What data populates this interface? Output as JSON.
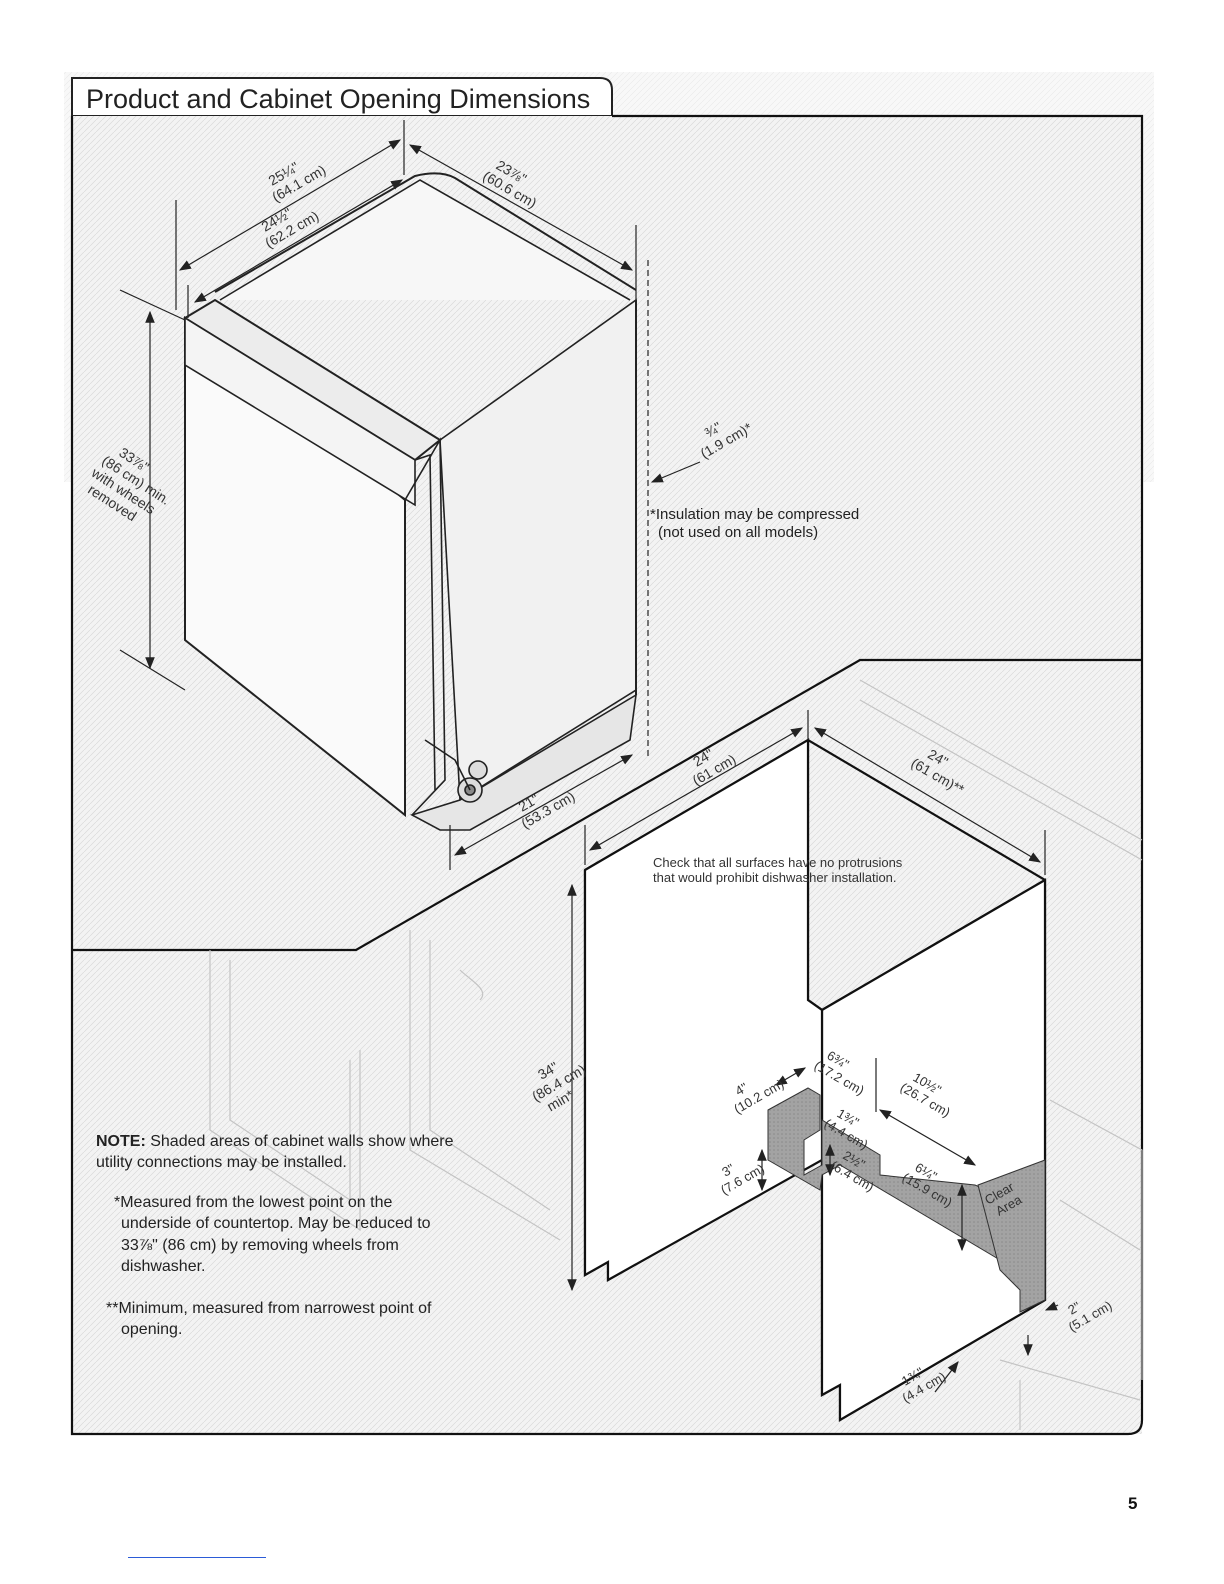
{
  "section_title": "Product and Cabinet Opening Dimensions",
  "product_dims": {
    "depth_overall": "25¼\"",
    "depth_overall_cm": "(64.1 cm)",
    "depth_door": "24½\"",
    "depth_door_cm": "(62.2 cm)",
    "width": "23⅞\"",
    "width_cm": "(60.6 cm)",
    "height": "33⅞\"",
    "height_cm_note": "(86 cm) min.",
    "height_note_1": "with wheels",
    "height_note_2": "removed",
    "insulation_gap": "¾\"",
    "insulation_gap_cm": "(1.9 cm)*",
    "insulation_note_1": "*Insulation may be compressed",
    "insulation_note_2": "(not used on all models)",
    "base_depth": "21\"",
    "base_depth_cm": "(53.3 cm)"
  },
  "cabinet_dims": {
    "depth": "24\"",
    "depth_cm": "(61 cm)",
    "width": "24\"",
    "width_cm": "(61 cm)**",
    "height": "34\"",
    "height_cm": "(86.4 cm)",
    "height_min": "min*",
    "check_note_1": "Check that all surfaces have no protrusions",
    "check_note_2": "that would prohibit dishwasher installation.",
    "d_6_3_4": "6¾\"",
    "d_6_3_4_cm": "(17.2 cm)",
    "d_4": "4\"",
    "d_4_cm": "(10.2 cm)",
    "d_1_3_4": "1¾\"",
    "d_1_3_4_cm": "(4.4 cm)",
    "d_10_1_2": "10½\"",
    "d_10_1_2_cm": "(26.7 cm)",
    "d_3": "3\"",
    "d_3_cm": "(7.6 cm)",
    "d_2_1_2": "2½\"",
    "d_2_1_2_cm": "(6.4 cm)",
    "d_6_1_4": "6¼\"",
    "d_6_1_4_cm": "(15.9 cm)",
    "clear_area_1": "Clear",
    "clear_area_2": "Area",
    "d_2": "2\"",
    "d_2_cm": "(5.1 cm)",
    "d_bottom_1_3_4": "1¾\"",
    "d_bottom_1_3_4_cm": "(4.4 cm)"
  },
  "notes": {
    "note_label": "NOTE:",
    "note_text_1": " Shaded areas of cabinet walls show where",
    "note_text_2": "utility connections may be installed.",
    "measured_1": "*Measured from the lowest point on the",
    "measured_2": "underside of countertop. May be reduced to",
    "measured_3": "33⅞\" (86 cm) by removing wheels from",
    "measured_4": "dishwasher.",
    "minimum_1": "**Minimum, measured from narrowest point of",
    "minimum_2": "opening."
  },
  "page_number": "5",
  "colors": {
    "shaded_area": "#9a9a9a",
    "frame": "#111111",
    "background_texture": "#dcdcdc"
  }
}
